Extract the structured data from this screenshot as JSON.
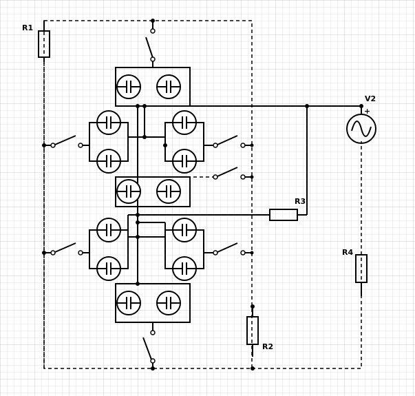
{
  "labels": {
    "r1": "R1",
    "r2": "R2",
    "r3": "R3",
    "r4": "R4",
    "v2": "V2",
    "plus": "+"
  }
}
